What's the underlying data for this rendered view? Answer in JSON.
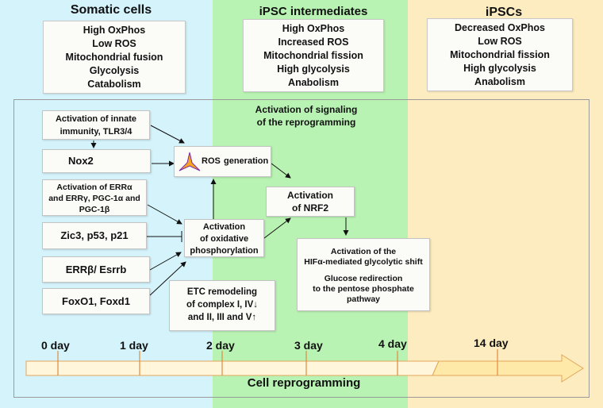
{
  "columns": [
    {
      "title": "Somatic cells",
      "items": [
        "High OxPhos",
        "Low ROS",
        "Mitochondrial fusion",
        "Glycolysis",
        "Catabolism"
      ]
    },
    {
      "title": "iPSC intermediates",
      "items": [
        "High OxPhos",
        "Increased ROS",
        "Mitochondrial fission",
        "High glycolysis",
        "Anabolism"
      ]
    },
    {
      "title": "iPSCs",
      "items": [
        "Decreased OxPhos",
        "Low ROS",
        "Mitochondrial fission",
        "High glycolysis",
        "Anabolism"
      ]
    }
  ],
  "signaling_label": [
    "Activation of signaling",
    "of the reprogramming"
  ],
  "nodes": {
    "innate": [
      "Activation of innate",
      "immunity, TLR3/4"
    ],
    "nox2": "Nox2",
    "err": [
      "Activation of ERRα",
      "and ERRγ, PGC-1α and",
      "PGC-1β"
    ],
    "zic3": "Zic3, p53, p21",
    "errb": "ERRβ/ Esrrb",
    "foxo": "FoxO1, Foxd1",
    "ros_suffix": "generation",
    "ros_prefix": "ROS",
    "oxphos": [
      "Activation",
      "of oxidative",
      "phosphorylation"
    ],
    "nrf2": [
      "Activation",
      "of NRF2"
    ],
    "etc": [
      "ETC remodeling",
      "of complex I, IV↓",
      "and II, III and V↑"
    ],
    "hif": [
      "Activation of the",
      "HIFα-mediated glycolytic shift",
      "Glucose redirection",
      "to the pentose phosphate",
      "pathway"
    ]
  },
  "timeline": {
    "days": [
      "0 day",
      "1 day",
      "2 day",
      "3 day",
      "4 day",
      "14 day"
    ],
    "label": "Cell reprogramming"
  },
  "colors": {
    "somatic": "#d4f3fb",
    "intermediate": "#b9f3b3",
    "ipsc": "#fdecc0",
    "arrow_fill": "#ffe9a8",
    "tick": "#e0a060"
  }
}
